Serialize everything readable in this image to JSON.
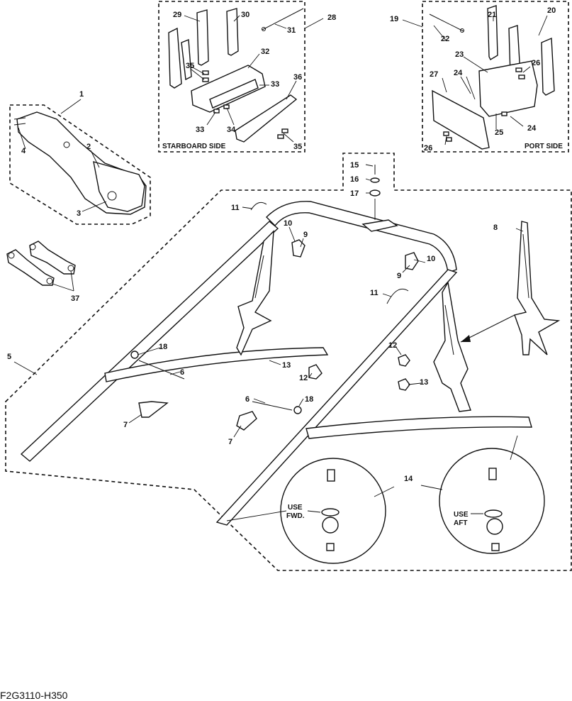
{
  "diagram_code": "F2G3110-H350",
  "callouts": {
    "c1": "1",
    "c2": "2",
    "c3": "3",
    "c4": "4",
    "c5": "5",
    "c6a": "6",
    "c6b": "6",
    "c7a": "7",
    "c7b": "7",
    "c8": "8",
    "c9a": "9",
    "c9b": "9",
    "c10a": "10",
    "c10b": "10",
    "c11a": "11",
    "c11b": "11",
    "c12a": "12",
    "c12b": "12",
    "c13a": "13",
    "c13b": "13",
    "c14": "14",
    "c15": "15",
    "c16": "16",
    "c17": "17",
    "c18a": "18",
    "c18b": "18",
    "c19": "19",
    "c20": "20",
    "c21": "21",
    "c22": "22",
    "c23": "23",
    "c24a": "24",
    "c24b": "24",
    "c25": "25",
    "c26a": "26",
    "c26b": "26",
    "c27": "27",
    "c28": "28",
    "c29": "29",
    "c30": "30",
    "c31": "31",
    "c32": "32",
    "c33a": "33",
    "c33b": "33",
    "c34": "34",
    "c35a": "35",
    "c35b": "35",
    "c36": "36",
    "c37": "37"
  },
  "labels": {
    "starboard_side": "STARBOARD SIDE",
    "port_side": "PORT SIDE",
    "use_fwd_1": "USE",
    "use_fwd_2": "FWD.",
    "use_aft_1": "USE",
    "use_aft_2": "AFT"
  }
}
